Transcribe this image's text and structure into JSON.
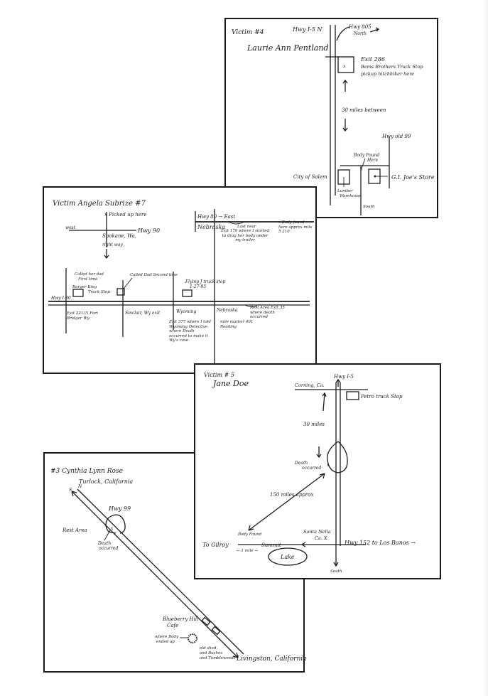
{
  "page": {
    "accent": "#1c1c1c",
    "paper": "#ffffff"
  },
  "panels": {
    "victim4": {
      "title": "Victim #4",
      "name": "Laurie Ann Pentland",
      "hwy_i5": "Hwy I-5 N",
      "hwy_805": "Hwy 805",
      "hwy_805_dir": "North",
      "exit": "Exit 286",
      "truckstop": "Bems Brothers Truck Stop",
      "pickup": "pickup hitchhiker here",
      "between": "30 miles between",
      "hwy_99": "Hwy old 99",
      "body": "Body Found",
      "body2": "Here",
      "city": "City of Salem",
      "joes": "G.I. Joe's Store",
      "warehouse1": "Lumber",
      "warehouse2": "Warehouse",
      "south": "South"
    },
    "victim7": {
      "title": "Victim Angela Subrize #7",
      "pickup": "x Picked up here",
      "west": "west",
      "spokane": "Spokane, Wa.",
      "hwy90": "Hwy 90",
      "right_way": "right way",
      "hwy80": "Hwy 80 → East",
      "nebraska": "Nebraska",
      "last_near": "Last near",
      "exit_note": "Exit 179 where I started to drag her body under my trailer",
      "body_found": "x Body found here approx mile 5 210",
      "hwy_i80": "Hwy I-80",
      "called_her_dad": "Called her dad",
      "first_time": "First time",
      "burger_king": "Burger King",
      "truck_stop": "Truck Stop",
      "called_dad_2": "Called Dad Second time",
      "sinclair": "Sinclair, Wy exit",
      "exit221": "Exit 221(?) Fort Bridger Wy.",
      "flying_j": "Flying J truck stop",
      "date": "1-27-95",
      "exit377": "Exit 377 where I told Wyoming Detective where Death occurred to make it Wy's case",
      "wyoming": "Wyoming",
      "nebraska2": "Nebraska",
      "mile_marker": "mile marker 401 Reading",
      "rest_area": "Rest Area Exit 35 where death occurred"
    },
    "victim5": {
      "title": "Victim # 5",
      "name": "Jane Doe",
      "hwy_i5": "Hwy I-5",
      "corning": "Corning, Ca.",
      "petro": "Petro truck Stop",
      "thirty": "30 miles",
      "death": "Death",
      "occurred": "occurred",
      "onefifty": "150 miles approx",
      "body_found": "Body Found",
      "santa_nella": "Santa Nella",
      "ca": "Ca. X",
      "to_gilroy": "To Gilroy",
      "summit": "Summit",
      "one_mile": "← 1 mile →",
      "hwy152": "Hwy 152  to Los Banos →",
      "lake": "Lake",
      "south": "South"
    },
    "victim3": {
      "title": "#3  Cynthia Lynn Rose",
      "turlock": "Turlock, California",
      "n_label": "N",
      "s_label": "S",
      "hwy99": "Hwy 99",
      "rest_area": "Rest Area",
      "death": "Death",
      "occurred": "occurred",
      "blueberry": "Blueberry Hill",
      "cafe": "Cafe",
      "where_body": "where Body",
      "ended_up": "ended up",
      "old_shed1": "old shed",
      "old_shed2": "and Bushes",
      "old_shed3": "and Tumbleweeds",
      "livingston": "Livingston, California"
    }
  }
}
